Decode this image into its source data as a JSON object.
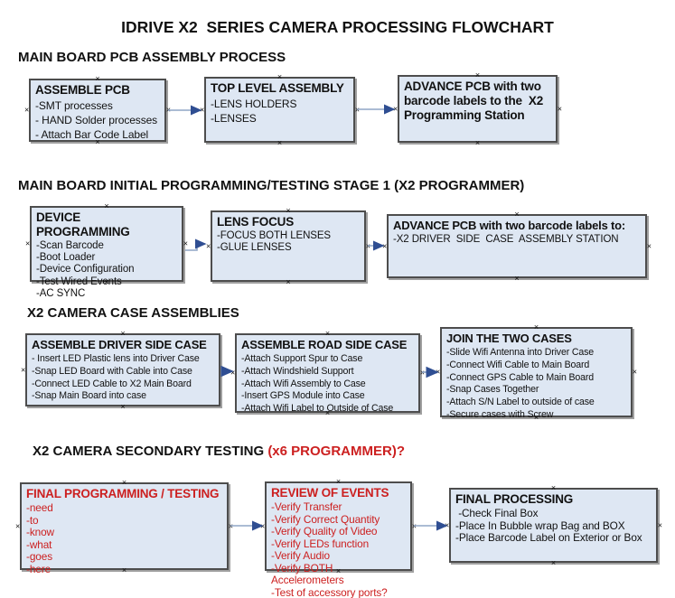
{
  "title": "IDRIVE X2  SERIES CAMERA PROCESSING FLOWCHART",
  "colors": {
    "box_fill": "#dee7f3",
    "box_border": "#4d4d4d",
    "arrow_line": "#8fa5c6",
    "arrow_head": "#2f4e92",
    "red_text": "#cc2020",
    "black_text": "#111111"
  },
  "sections": [
    {
      "heading": "MAIN BOARD PCB ASSEMBLY PROCESS",
      "boxes": [
        {
          "title": "ASSEMBLE PCB",
          "items": [
            "-SMT processes",
            "- HAND Solder processes",
            "- Attach Bar Code Label"
          ]
        },
        {
          "title": "TOP LEVEL ASSEMBLY",
          "items": [
            "-LENS HOLDERS",
            "-LENSES"
          ]
        },
        {
          "title": "ADVANCE PCB with two barcode labels to the  X2 Programming Station",
          "items": []
        }
      ]
    },
    {
      "heading": "MAIN BOARD INITIAL PROGRAMMING/TESTING STAGE 1 (X2 PROGRAMMER)",
      "boxes": [
        {
          "title": "DEVICE PROGRAMMING",
          "items": [
            "-Scan Barcode",
            "-Boot Loader",
            "-Device Configuration",
            "-Test Wired Events",
            "-AC SYNC"
          ]
        },
        {
          "title": "LENS FOCUS",
          "items": [
            "-FOCUS BOTH LENSES",
            "-GLUE LENSES"
          ]
        },
        {
          "title": "ADVANCE PCB with two barcode labels to:",
          "items": [
            "-X2 DRIVER  SIDE  CASE  ASSEMBLY STATION"
          ]
        }
      ]
    },
    {
      "heading": "X2 CAMERA CASE ASSEMBLIES",
      "boxes": [
        {
          "title": "ASSEMBLE DRIVER SIDE CASE",
          "items": [
            "- Insert LED Plastic lens into Driver Case",
            "-Snap LED Board with Cable into Case",
            "-Connect LED Cable to X2 Main Board",
            "-Snap Main Board into case"
          ]
        },
        {
          "title": "ASSEMBLE ROAD SIDE CASE",
          "items": [
            "-Attach Support Spur to Case",
            "-Attach Windshield Support",
            "-Attach Wifi Assembly to Case",
            "-Insert GPS Module into Case",
            "-Attach Wifi Label to Outside of Case"
          ]
        },
        {
          "title": "JOIN THE TWO CASES",
          "items": [
            "-Slide Wifi Antenna into Driver Case",
            "-Connect Wifi Cable to Main Board",
            "-Connect GPS Cable to Main Board",
            "-Snap Cases Together",
            "-Attach S/N Label to outside of case",
            "-Secure cases with Screw"
          ]
        }
      ]
    },
    {
      "heading": "X2 CAMERA SECONDARY TESTING ",
      "heading_suffix": "(x6 PROGRAMMER)?",
      "boxes": [
        {
          "title": "FINAL PROGRAMMING / TESTING",
          "text_color": "#cc2020",
          "items": [
            "-need",
            "-to",
            "-know",
            "-what",
            "-goes",
            "-here"
          ]
        },
        {
          "title": "REVIEW OF EVENTS",
          "text_color": "#cc2020",
          "items": [
            "-Verify Transfer",
            "-Verify Correct Quantity",
            "-Verify Quality of Video",
            "-Verify LEDs function",
            "-Verify Audio",
            "-Verify BOTH Accelerometers",
            "-Test of accessory ports?"
          ]
        },
        {
          "title": "FINAL PROCESSING",
          "items": [
            " -Check Final Box",
            "-Place In Bubble wrap Bag and BOX",
            "-Place Barcode Label on Exterior or Box"
          ]
        }
      ]
    }
  ]
}
